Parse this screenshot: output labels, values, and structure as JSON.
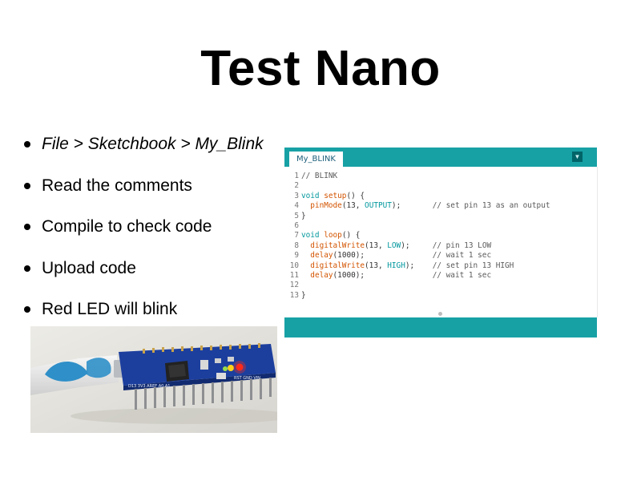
{
  "slide": {
    "title": "Test Nano",
    "bullets": [
      "File > Sketchbook > My_Blink",
      "Read the comments",
      "Compile to check code",
      "Upload code",
      "Red LED will blink"
    ]
  },
  "editor": {
    "tab_label": "My_BLINK",
    "menu_glyph": "▼",
    "lines": [
      {
        "n": "1",
        "comment": "// BLINK"
      },
      {
        "n": "2"
      },
      {
        "n": "3",
        "kw": "void",
        "fn": "setup",
        "rest": "() {"
      },
      {
        "n": "4",
        "fn": "pinMode",
        "args_a": "(13, ",
        "const": "OUTPUT",
        "args_b": ");",
        "comment": "// set pin 13 as an output"
      },
      {
        "n": "5",
        "rest": "}"
      },
      {
        "n": "6"
      },
      {
        "n": "7",
        "kw": "void",
        "fn": "loop",
        "rest": "() {"
      },
      {
        "n": "8",
        "fn": "digitalWrite",
        "args_a": "(13, ",
        "const": "LOW",
        "args_b": ");",
        "comment": "// pin 13 LOW"
      },
      {
        "n": "9",
        "fn": "delay",
        "args_a": "(1000);",
        "comment": "// wait 1 sec"
      },
      {
        "n": "10",
        "fn": "digitalWrite",
        "args_a": "(13, ",
        "const": "HIGH",
        "args_b": ");",
        "comment": "// set pin 13 HIGH"
      },
      {
        "n": "11",
        "fn": "delay",
        "args_a": "(1000);",
        "comment": "// wait 1 sec"
      },
      {
        "n": "12"
      },
      {
        "n": "13",
        "rest": "}"
      }
    ]
  },
  "photo": {
    "board_labels": [
      "D13 3V3 AREF A0 A1",
      "RST GND VIN"
    ],
    "colors": {
      "board": "#1c3f9e",
      "usb_cable": "#2f8fc8",
      "led_red": "#ff2a1a",
      "led_yellow": "#ffd21a"
    }
  }
}
